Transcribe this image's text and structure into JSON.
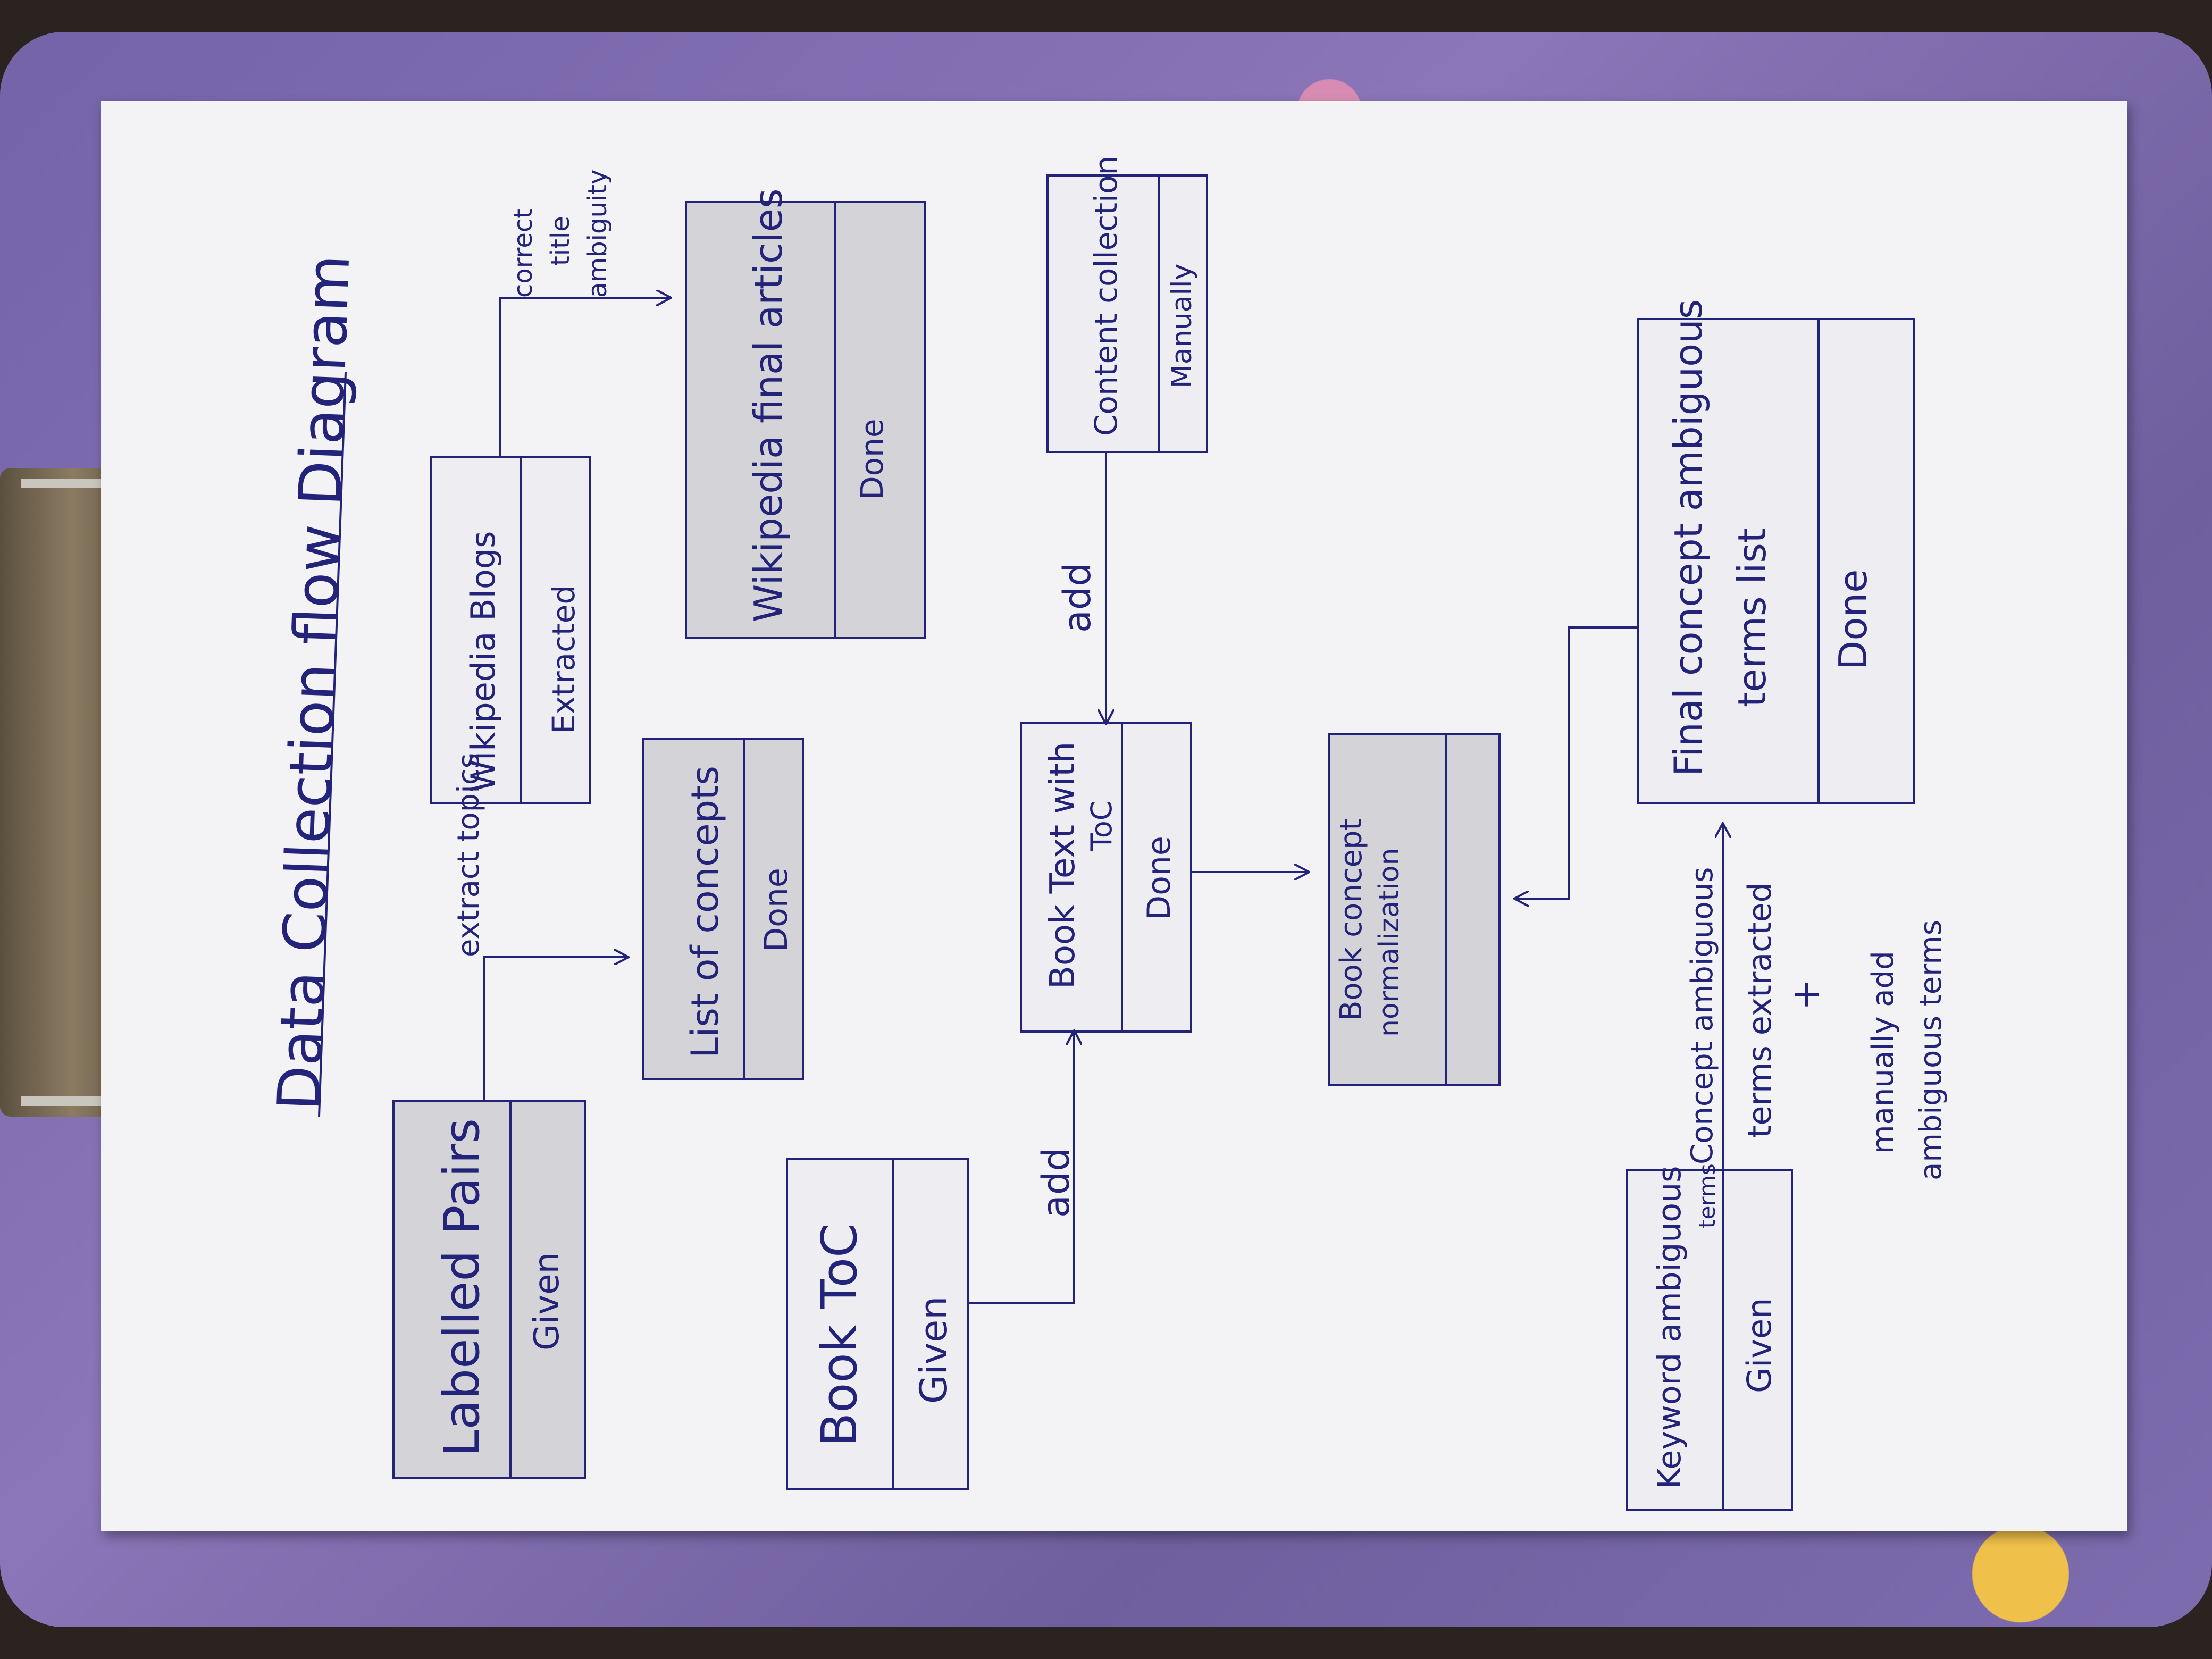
{
  "title": "Data Collection flow Diagram",
  "boxes": {
    "labelled_pairs": {
      "name": "Labelled Pairs",
      "status": "Given"
    },
    "book_toc": {
      "name": "Book ToC",
      "status": "Given"
    },
    "list_of_concepts": {
      "name": "List of concepts",
      "status": "Done"
    },
    "wikipedia_blogs": {
      "name": "Wikipedia Blogs",
      "status": "Extracted"
    },
    "wikipedia_final": {
      "name": "Wikipedia final articles",
      "status": "Done"
    },
    "book_text": {
      "name": "Book Text with",
      "name2": "ToC",
      "status": "Done"
    },
    "content_collection": {
      "name": "Content collection",
      "status": "Manually"
    },
    "book_norm": {
      "name": "Book concept",
      "name2": "normalization",
      "status": ""
    },
    "keyword_ambiguous": {
      "name": "Keyword ambiguous",
      "name2": "terms",
      "status": "Given"
    },
    "final_ambiguous": {
      "name": "Final concept ambiguous",
      "name2": "terms list",
      "status": "Done"
    }
  },
  "edges": {
    "extract_topics": "extract topics",
    "correct_title": [
      "correct",
      "title",
      "ambiguity"
    ],
    "add_toc": "add",
    "add_content": "add",
    "concept_ambiguous": [
      "Concept ambiguous",
      "terms extracted",
      "+",
      "manually add",
      "ambiguous terms"
    ]
  },
  "colors": {
    "ink": "#23237a",
    "paper": "#f3f3f6",
    "board": "#7463a8",
    "shade": "#c9c9cf"
  }
}
